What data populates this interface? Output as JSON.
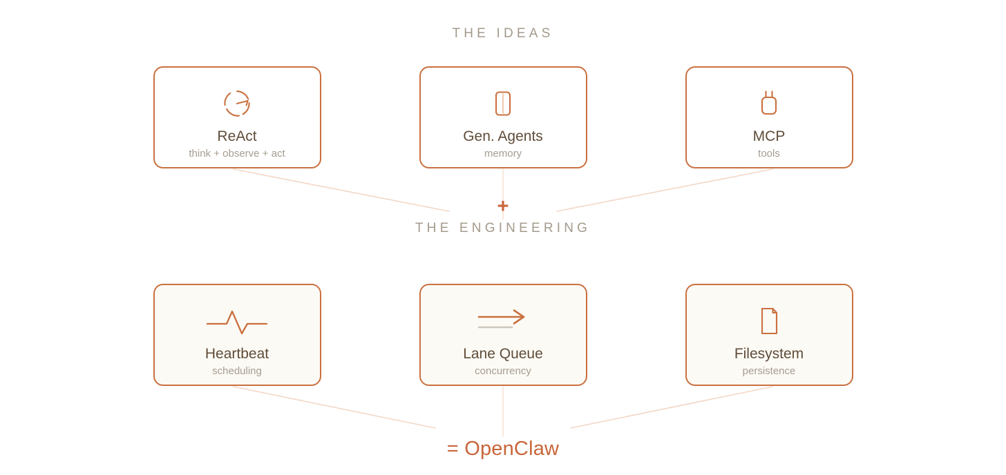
{
  "colors": {
    "accent": "#c9703f",
    "accent_strong": "#c9653a",
    "heading": "#a49a8c",
    "card_title": "#5f4c39",
    "card_subtitle": "#a69c90",
    "connector": "#f3d7c6",
    "card_fill_top": "#ffffff",
    "card_fill_bottom": "#fcfaf5",
    "icon_muted": "#cdc6bc"
  },
  "sections": [
    {
      "heading": "THE IDEAS",
      "cards": [
        {
          "icon": "cycle-loop-icon",
          "title": "ReAct",
          "subtitle": "think + observe + act"
        },
        {
          "icon": "memory-card-icon",
          "title": "Gen. Agents",
          "subtitle": "memory"
        },
        {
          "icon": "plug-icon",
          "title": "MCP",
          "subtitle": "tools"
        }
      ]
    },
    {
      "heading": "THE ENGINEERING",
      "cards": [
        {
          "icon": "heartbeat-icon",
          "title": "Heartbeat",
          "subtitle": "scheduling"
        },
        {
          "icon": "arrow-lanes-icon",
          "title": "Lane Queue",
          "subtitle": "concurrency"
        },
        {
          "icon": "document-icon",
          "title": "Filesystem",
          "subtitle": "persistence"
        }
      ]
    }
  ],
  "operator": "+",
  "result": "= OpenClaw"
}
